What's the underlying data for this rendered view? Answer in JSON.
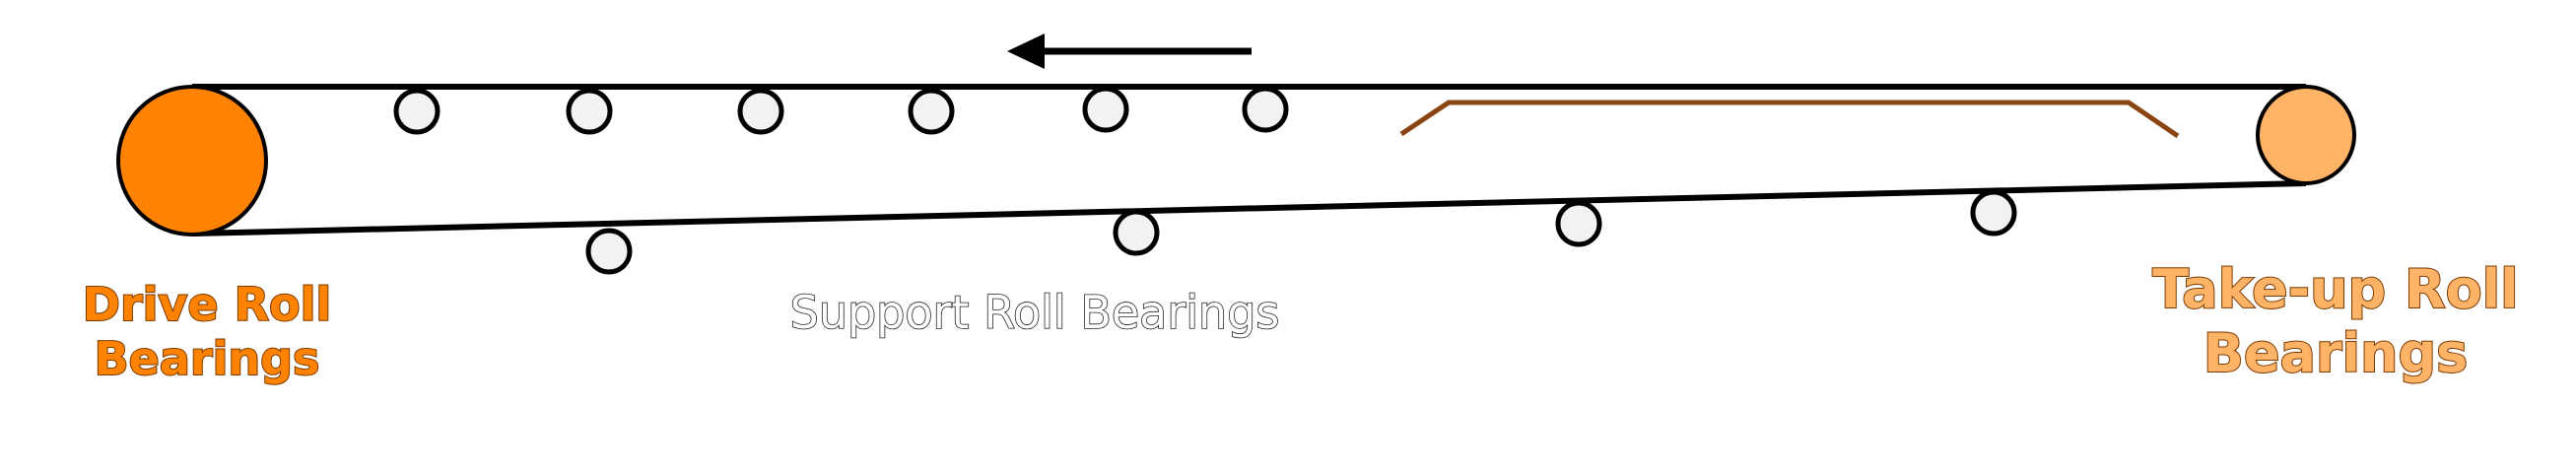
{
  "labels": {
    "drive": "Drive Roll Bearings",
    "support": "Support Roll Bearings",
    "takeup": "Take-up Roll Bearings"
  },
  "colors": {
    "drive_roll": "#FF8200",
    "takeup_roll": "#FFB366",
    "skirt": "#8B4513",
    "belt": "#000000",
    "idler_fill": "#f2f2f2"
  },
  "direction_arrow": "left"
}
